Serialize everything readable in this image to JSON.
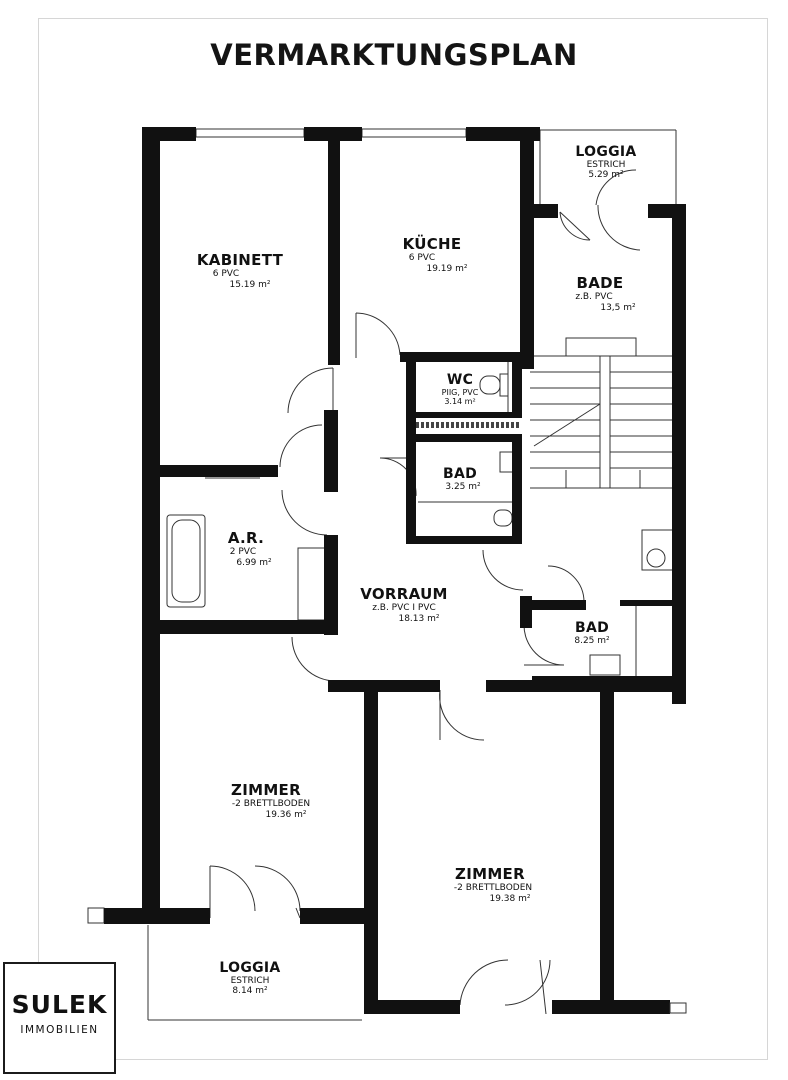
{
  "title": "VERMARKTUNGSPLAN",
  "rooms": {
    "kabinett": {
      "name": "KABINETT",
      "floor": "6  PVC",
      "area": "15.19 m²"
    },
    "kueche": {
      "name": "KÜCHE",
      "floor": "6  PVC",
      "area": "19.19 m²"
    },
    "loggia_top": {
      "name": "LOGGIA",
      "floor": "ESTRICH",
      "area": "5.29 m²"
    },
    "bade": {
      "name": "BADE",
      "floor": "z.B. PVC",
      "area": "13,5 m²"
    },
    "wc": {
      "name": "WC",
      "floor": "PIIG, PVC",
      "area": "3.14 m²"
    },
    "bad_mid": {
      "name": "BAD",
      "floor": "",
      "area": "3.25 m²"
    },
    "ar": {
      "name": "A.R.",
      "floor": "2  PVC",
      "area": "6.99 m²"
    },
    "vorraum": {
      "name": "VORRAUM",
      "floor": "z.B. PVC  I PVC",
      "area": "18.13 m²"
    },
    "bad_right": {
      "name": "BAD",
      "floor": "",
      "area": "8.25 m²"
    },
    "zimmer_left": {
      "name": "ZIMMER",
      "floor": "-2  BRETTLBODEN",
      "area": "19.36 m²"
    },
    "zimmer_right": {
      "name": "ZIMMER",
      "floor": "-2  BRETTLBODEN",
      "area": "19.38 m²"
    },
    "loggia_bottom": {
      "name": "LOGGIA",
      "floor": "ESTRICH",
      "area": "8.14 m²"
    }
  },
  "logo": {
    "brand": "SULEK",
    "subtitle": "IMMOBILIEN"
  }
}
